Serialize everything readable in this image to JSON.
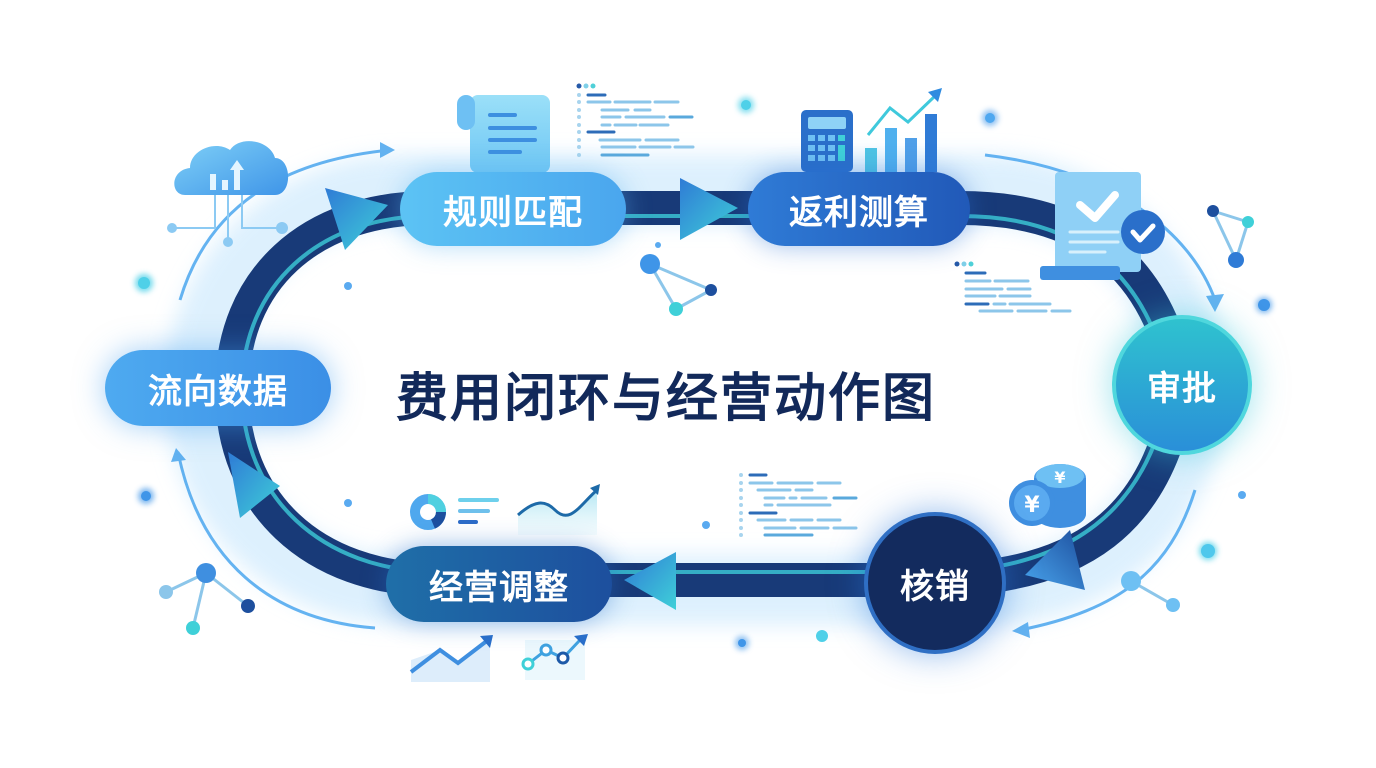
{
  "diagram": {
    "title": "费用闭环与经营动作图",
    "flow_direction": "clockwise",
    "nodes": [
      {
        "id": "flow-data",
        "label": "流向数据",
        "shape": "pill",
        "color": "#3f95e8"
      },
      {
        "id": "rule-match",
        "label": "规则匹配",
        "shape": "pill",
        "color": "#56b7f2"
      },
      {
        "id": "rebate-calc",
        "label": "返利测算",
        "shape": "pill",
        "color": "#2767c4"
      },
      {
        "id": "approval",
        "label": "审批",
        "shape": "circle",
        "color": "#2cb0d4"
      },
      {
        "id": "write-off",
        "label": "核销",
        "shape": "circle",
        "color": "#132b5e"
      },
      {
        "id": "business-adjust",
        "label": "经营调整",
        "shape": "pill",
        "color": "#1e5fa3"
      }
    ],
    "edges": [
      {
        "from": "flow-data",
        "to": "rule-match"
      },
      {
        "from": "rule-match",
        "to": "rebate-calc"
      },
      {
        "from": "rebate-calc",
        "to": "approval"
      },
      {
        "from": "approval",
        "to": "write-off"
      },
      {
        "from": "write-off",
        "to": "business-adjust"
      },
      {
        "from": "business-adjust",
        "to": "flow-data"
      }
    ],
    "decorations": [
      "cloud-data-icon",
      "document-list-icon",
      "code-lines-icon",
      "calculator-icon",
      "growth-bar-chart-icon",
      "approved-document-icon",
      "yuan-coins-icon",
      "donut-chart-icon",
      "trend-line-icon",
      "network-nodes-icon"
    ],
    "colors": {
      "track": "#183a78",
      "track_highlight": "#3fd6df",
      "title": "#12295a",
      "accent_light": "#4aa6ee",
      "accent_teal": "#3fd0d8"
    }
  }
}
